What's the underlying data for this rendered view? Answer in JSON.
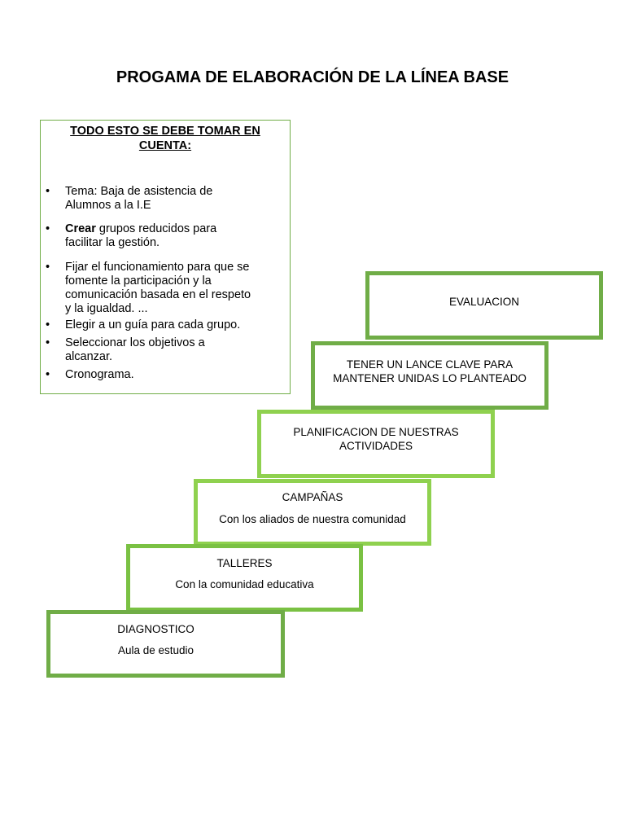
{
  "title": "PROGAMA DE ELABORACIÓN DE LA LÍNEA BASE",
  "info_box": {
    "heading_line1": "TODO ESTO SE DEBE TOMAR EN",
    "heading_line2": "CUENTA:",
    "bullets": [
      {
        "lines": [
          "Tema: Baja de asistencia de",
          "Alumnos a la I.E"
        ]
      },
      {
        "bold": "Crear",
        "rest": " grupos reducidos para",
        "line2": "facilitar la gestión."
      },
      {
        "lines": [
          "Fijar el funcionamiento para que se",
          "fomente la participación y la",
          "comunicación basada en el respeto",
          "y la igualdad. ..."
        ]
      },
      {
        "lines": [
          "Elegir a un guía para cada grupo."
        ]
      },
      {
        "lines": [
          "Seleccionar los objetivos a",
          "alcanzar."
        ]
      },
      {
        "lines": [
          "Cronograma."
        ]
      }
    ]
  },
  "steps": {
    "evaluacion": {
      "line1": "EVALUACION"
    },
    "lance": {
      "line1": "TENER UN LANCE CLAVE PARA",
      "line2": "MANTENER UNIDAS LO PLANTEADO"
    },
    "planificacion": {
      "line1": "PLANIFICACION DE NUESTRAS",
      "line2": "ACTIVIDADES"
    },
    "campanas": {
      "line1": "CAMPAÑAS",
      "line2": "Con los aliados de nuestra comunidad"
    },
    "talleres": {
      "line1": "TALLERES",
      "line2": "Con la comunidad educativa"
    },
    "diagnostico": {
      "line1": "DIAGNOSTICO",
      "line2": "Aula de estudio"
    }
  },
  "colors": {
    "dark_green": "#70ad47",
    "light_green": "#8fd14f",
    "mid_green": "#7ac143"
  }
}
